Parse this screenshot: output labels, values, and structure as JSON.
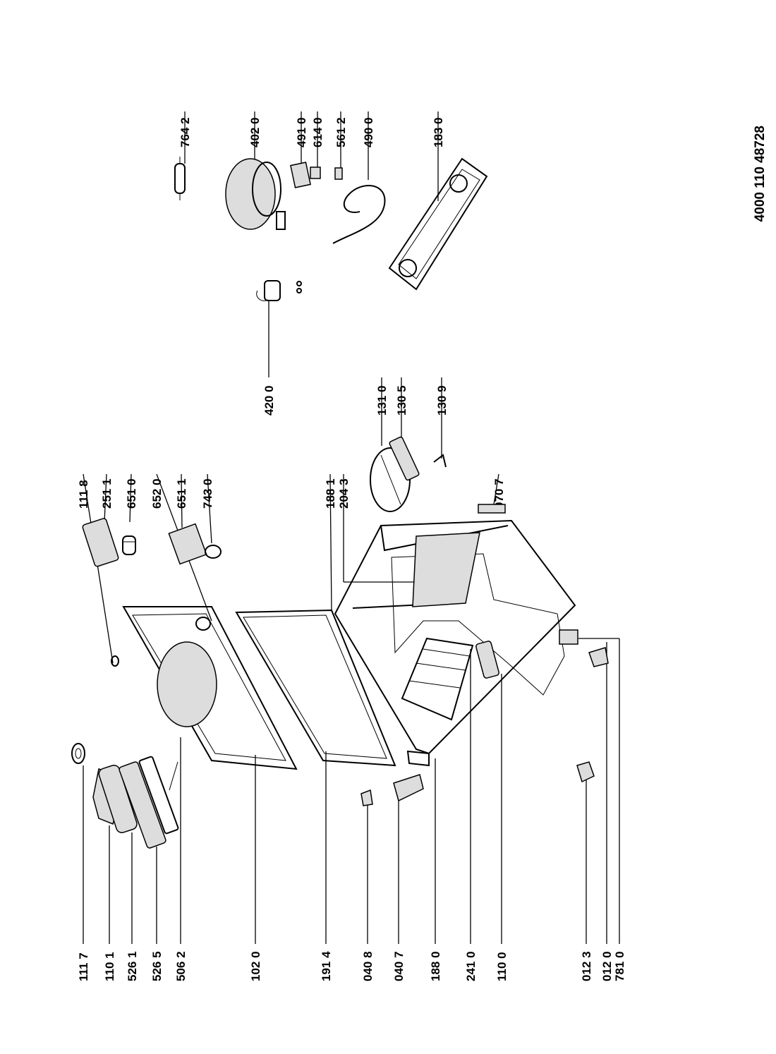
{
  "document_number": "4000 110 48728",
  "parts": [
    {
      "id": "p1117",
      "number": "111 7"
    },
    {
      "id": "p1101",
      "number": "110 1"
    },
    {
      "id": "p5261",
      "number": "526 1"
    },
    {
      "id": "p5265",
      "number": "526 5"
    },
    {
      "id": "p5062",
      "number": "506 2"
    },
    {
      "id": "p1020",
      "number": "102 0"
    },
    {
      "id": "p1914",
      "number": "191 4"
    },
    {
      "id": "p0408",
      "number": "040 8"
    },
    {
      "id": "p0407",
      "number": "040 7"
    },
    {
      "id": "p1880",
      "number": "188 0"
    },
    {
      "id": "p2410",
      "number": "241 0"
    },
    {
      "id": "p1100",
      "number": "110 0"
    },
    {
      "id": "p0123",
      "number": "012 3"
    },
    {
      "id": "p0120",
      "number": "012 0"
    },
    {
      "id": "p7810",
      "number": "781 0"
    },
    {
      "id": "p1118",
      "number": "111 8"
    },
    {
      "id": "p2511",
      "number": "251 1"
    },
    {
      "id": "p6510",
      "number": "651 0"
    },
    {
      "id": "p6520",
      "number": "652 0"
    },
    {
      "id": "p6511",
      "number": "651 1"
    },
    {
      "id": "p7430",
      "number": "743 0"
    },
    {
      "id": "p1881",
      "number": "188 1"
    },
    {
      "id": "p2043",
      "number": "204 3"
    },
    {
      "id": "p0707",
      "number": "070 7"
    },
    {
      "id": "p1310",
      "number": "131 0"
    },
    {
      "id": "p1305",
      "number": "130 5"
    },
    {
      "id": "p1309",
      "number": "130 9"
    },
    {
      "id": "p4200",
      "number": "420 0"
    },
    {
      "id": "p7642",
      "number": "764 2"
    },
    {
      "id": "p4020",
      "number": "402 0"
    },
    {
      "id": "p4910",
      "number": "491 0"
    },
    {
      "id": "p6140",
      "number": "614 0"
    },
    {
      "id": "p5612",
      "number": "561 2"
    },
    {
      "id": "p4900",
      "number": "490 0"
    },
    {
      "id": "p1830",
      "number": "183 0"
    }
  ]
}
